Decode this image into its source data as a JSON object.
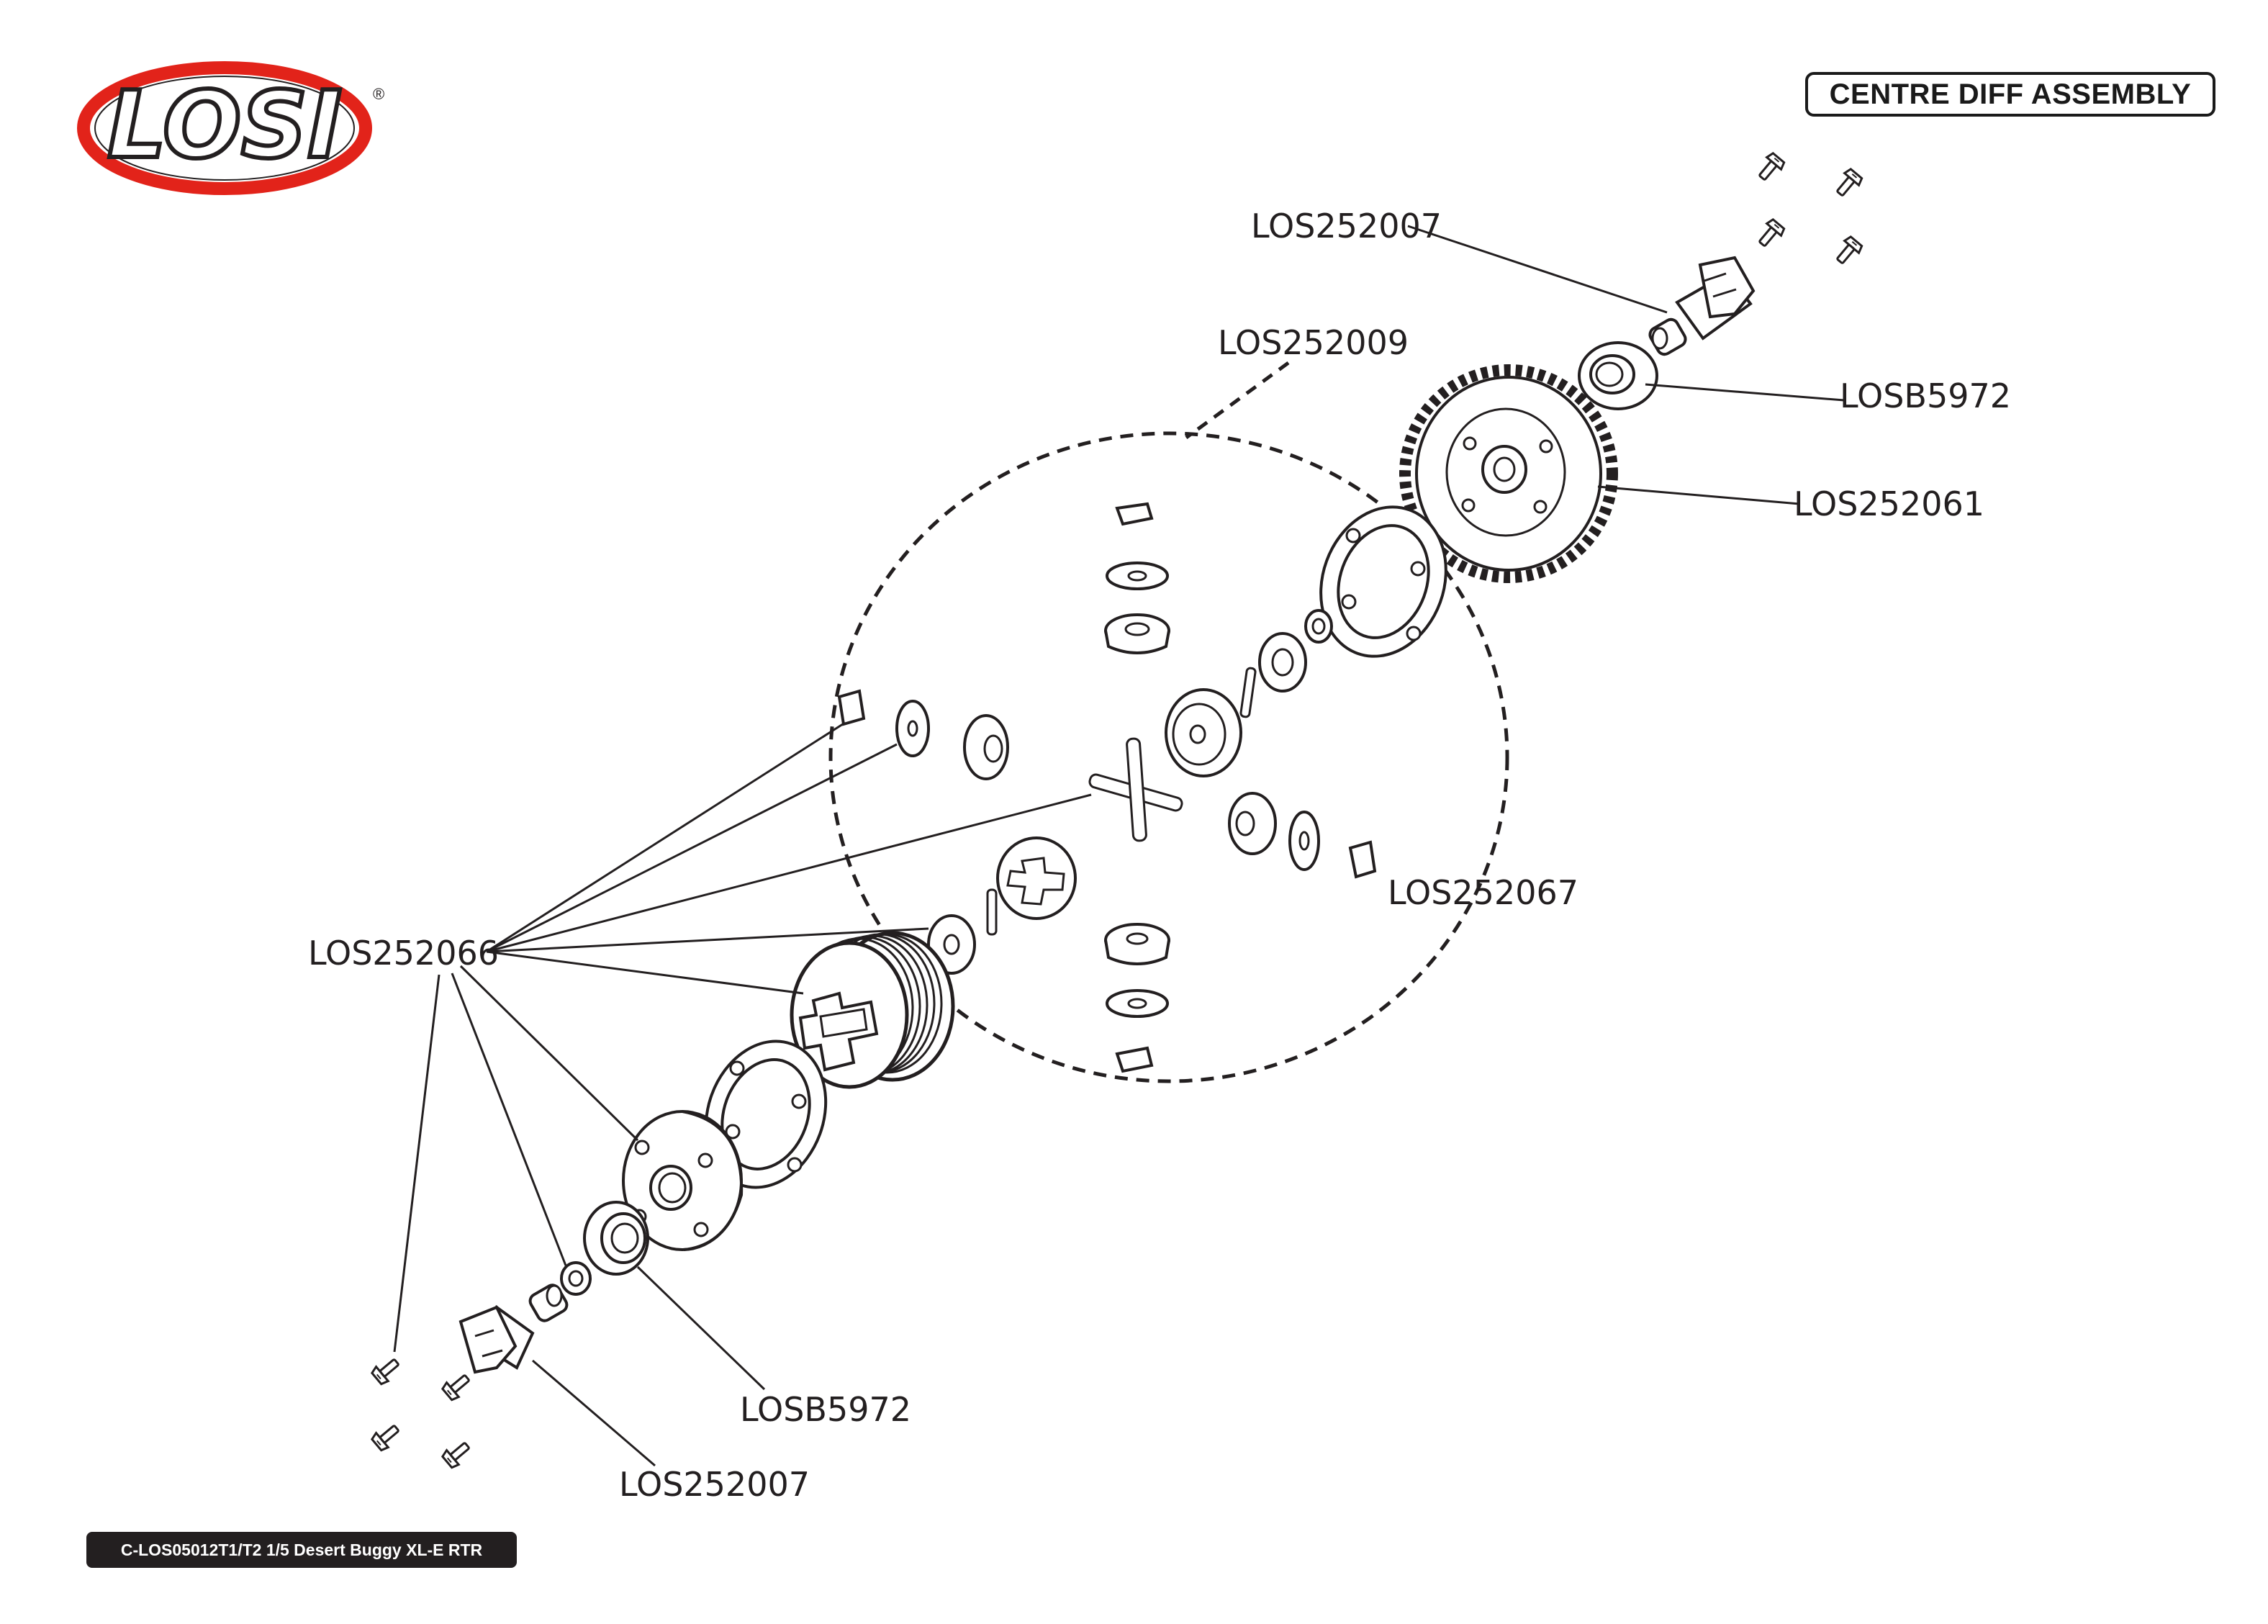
{
  "logo": {
    "text": "LOSI",
    "registered": "®",
    "ring_color": "#e2231a"
  },
  "title": "CENTRE DIFF ASSEMBLY",
  "footer": "C-LOS05012T1/T2 1/5 Desert Buggy XL-E RTR",
  "callouts": {
    "los252007_top": "LOS252007",
    "los252009": "LOS252009",
    "losb5972_top": "LOSB5972",
    "los252061": "LOS252061",
    "los252067": "LOS252067",
    "los252066": "LOS252066",
    "losb5972_bottom": "LOSB5972",
    "los252007_bottom": "LOS252007"
  },
  "colors": {
    "line": "#231f20",
    "part_fill": "#ffffff",
    "footer_bg": "#231f20"
  }
}
